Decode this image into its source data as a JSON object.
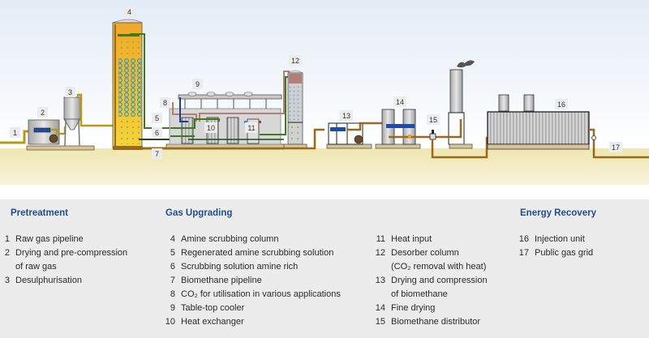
{
  "diagram": {
    "title": "Biogas upgrading plant with amine scrubbing",
    "callouts": [
      "1",
      "2",
      "3",
      "4",
      "5",
      "6",
      "7",
      "8",
      "9",
      "10",
      "11",
      "12",
      "13",
      "14",
      "15",
      "16",
      "17"
    ],
    "colors": {
      "sky_top": "#e3ecf6",
      "ground": "#f0e7b3",
      "raw_gas_pipe": "#b89a16",
      "biomethane_pipe": "#9a6a1c",
      "amine_pipe": "#3f7a20",
      "co2_pipe": "#b37e7a",
      "heat_pipe": "#1d3f8f",
      "column_fill": "#f0b429",
      "legend_heading": "#1f4e8c"
    }
  },
  "legend": {
    "sections": [
      {
        "title": "Pretreatment",
        "items": [
          {
            "num": "1",
            "text": "Raw gas pipeline"
          },
          {
            "num": "2",
            "text": "Drying and pre-compression\nof raw gas"
          },
          {
            "num": "3",
            "text": "Desulphurisation"
          }
        ]
      },
      {
        "title": "Gas Upgrading",
        "items": [
          {
            "num": "4",
            "text": "Amine scrubbing column"
          },
          {
            "num": "5",
            "text": "Regenerated amine scrubbing solution"
          },
          {
            "num": "6",
            "text": "Scrubbing solution amine rich"
          },
          {
            "num": "7",
            "text": "Biomethane pipeline"
          },
          {
            "num": "8",
            "text": "CO₂ for utilisation in various applications"
          },
          {
            "num": "9",
            "text": "Table-top cooler"
          },
          {
            "num": "10",
            "text": "Heat exchanger"
          }
        ],
        "items_col2": [
          {
            "num": "11",
            "text": "Heat input"
          },
          {
            "num": "12",
            "text": "Desorber column\n(CO₂ removal with heat)"
          },
          {
            "num": "13",
            "text": "Drying and compression\nof biomethane"
          },
          {
            "num": "14",
            "text": "Fine drying"
          },
          {
            "num": "15",
            "text": "Biomethane distributor"
          }
        ]
      },
      {
        "title": "Energy Recovery",
        "items": [
          {
            "num": "16",
            "text": "Injection unit"
          },
          {
            "num": "17",
            "text": "Public gas grid"
          }
        ]
      }
    ]
  }
}
